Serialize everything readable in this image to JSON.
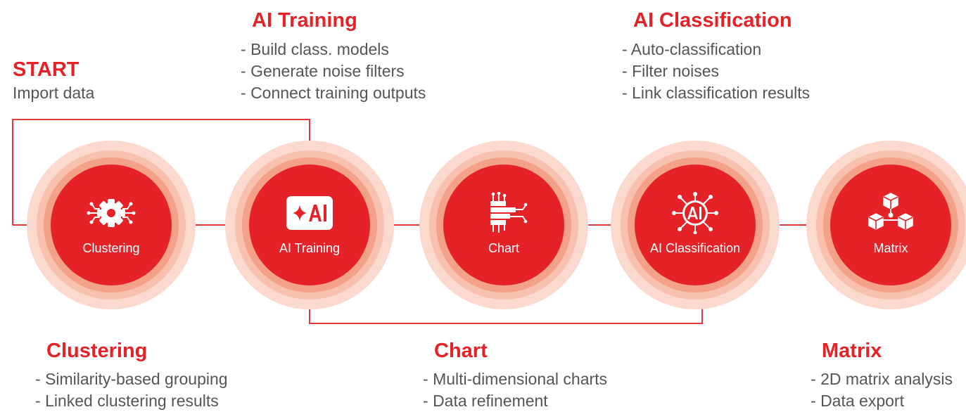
{
  "start": {
    "title": "START",
    "subtitle": "Import data"
  },
  "ai_training_info": {
    "title": "AI Training",
    "items": [
      "Build class. models",
      "Generate noise filters",
      "Connect training outputs"
    ]
  },
  "ai_classification_info": {
    "title": "AI Classification",
    "items": [
      "Auto-classification",
      "Filter noises",
      "Link classification results"
    ]
  },
  "clustering_info": {
    "title": "Clustering",
    "items": [
      "Similarity-based grouping",
      "Linked clustering results"
    ]
  },
  "chart_info": {
    "title": "Chart",
    "items": [
      "Multi-dimensional charts",
      "Data refinement"
    ]
  },
  "matrix_info": {
    "title": "Matrix",
    "items": [
      "2D matrix analysis",
      "Data export"
    ]
  },
  "nodes": [
    {
      "label": "Clustering",
      "icon": "gear-circuit-icon"
    },
    {
      "label": "AI Training",
      "icon": "sparkle-ai-icon"
    },
    {
      "label": "Chart",
      "icon": "stacked-bars-circuit-icon"
    },
    {
      "label": "AI Classification",
      "icon": "ai-network-icon"
    },
    {
      "label": "Matrix",
      "icon": "cubes-network-icon"
    }
  ],
  "colors": {
    "accent": "#e42227",
    "connector": "#e5383b",
    "ring_outer": "#fbd9cf",
    "ring_middle": "#f8c0ae",
    "ring_inner": "#f3a189",
    "body_text": "#555555"
  }
}
